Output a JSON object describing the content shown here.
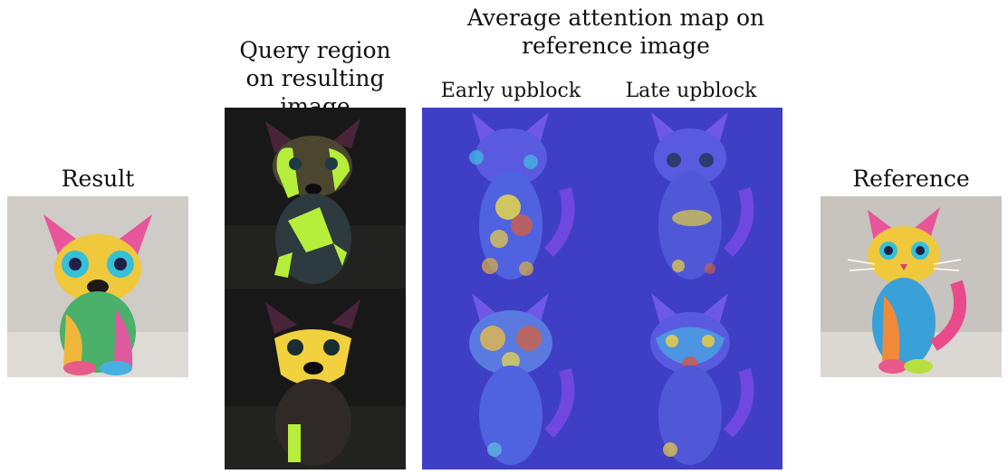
{
  "figure": {
    "left_title": "Result",
    "query_title": "Query region on resulting image",
    "attention_title": "Average attention map on reference image",
    "early_label": "Early upblock",
    "late_label": "Late upblock",
    "right_title": "Reference"
  },
  "colors": {
    "result_bg": "#cfcbc6",
    "query_dark": "#181818",
    "mask_green": "#b6ee3c",
    "mask_yellow": "#f1d13d",
    "attention_blue": "#3e3fc4",
    "reference_bg": "#c7c3be"
  }
}
